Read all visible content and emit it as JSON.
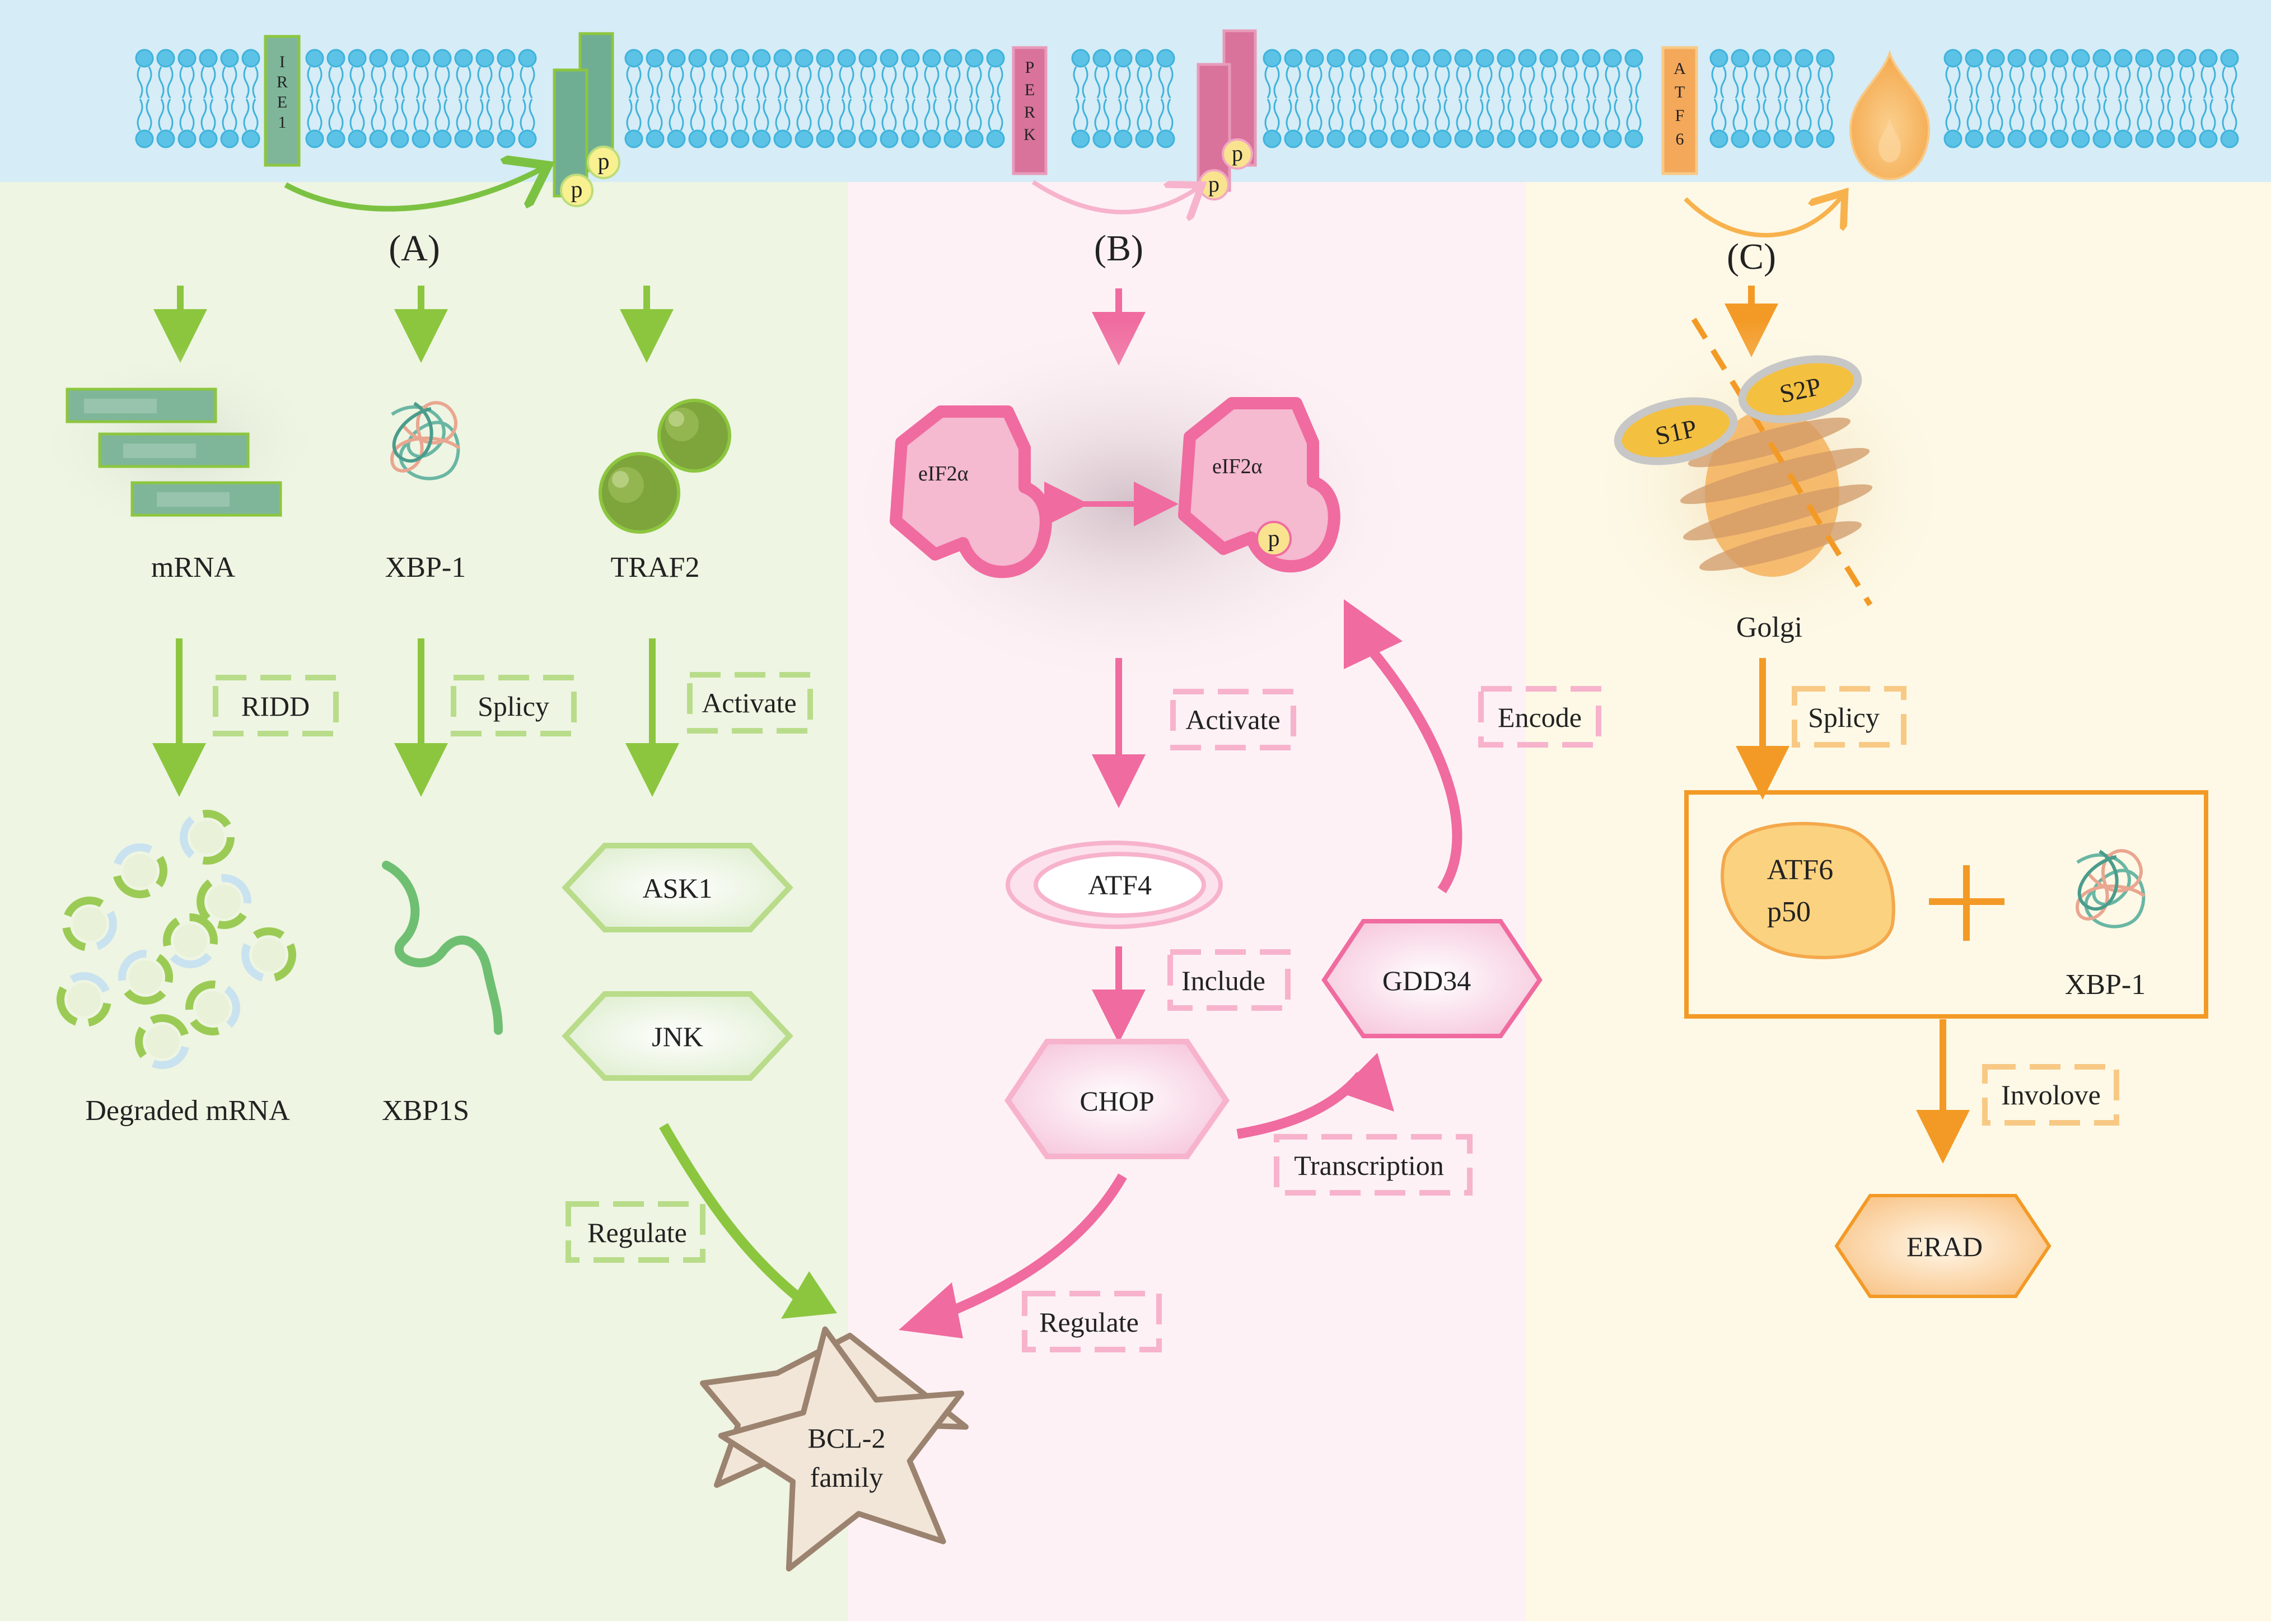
{
  "colors": {
    "membrane_bg": "#d6ecf6",
    "lipid": "#3fb3dc",
    "panel_a_bg": "#eef5e2",
    "panel_b_bg": "#fdf1f5",
    "panel_c_bg": "#fdf9e6",
    "green": "#8cc63f",
    "green_light": "#b9dc8a",
    "pink": "#f06b9f",
    "pink_light": "#f7b3cc",
    "orange": "#f39a26",
    "orange_light": "#f8c985",
    "ire1_box": "#7fb69a",
    "perk_box": "#d9739b",
    "atf6_box": "#f4a85a"
  },
  "membrane": {
    "ire1": "IRE1",
    "perk": "PERK",
    "atf6": "ATF6",
    "phospho": "p"
  },
  "panel_a": {
    "label": "(A)",
    "col1": {
      "name": "mRNA",
      "step": "RIDD",
      "result": "Degraded mRNA"
    },
    "col2": {
      "name": "XBP-1",
      "step": "Splicy",
      "result": "XBP1S"
    },
    "col3": {
      "name": "TRAF2",
      "step": "Activate",
      "result1": "ASK1",
      "result2": "JNK"
    },
    "regulate": "Regulate"
  },
  "panel_b": {
    "label": "(B)",
    "eif2a_left": "eIF2α",
    "eif2a_right": "eIF2α",
    "phospho": "p",
    "activate": "Activate",
    "encode": "Encode",
    "atf4": "ATF4",
    "include": "Include",
    "gdd34": "GDD34",
    "chop": "CHOP",
    "transcription": "Transcription",
    "regulate": "Regulate"
  },
  "panel_c": {
    "label": "(C)",
    "s1p": "S1P",
    "s2p": "S2P",
    "golgi": "Golgi",
    "splicy": "Splicy",
    "atf6_line1": "ATF6",
    "atf6_line2": "p50",
    "plus": "+",
    "xbp1": "XBP-1",
    "involve": "Involove",
    "erad": "ERAD"
  },
  "bcl2": {
    "line1": "BCL-2",
    "line2": "family"
  }
}
